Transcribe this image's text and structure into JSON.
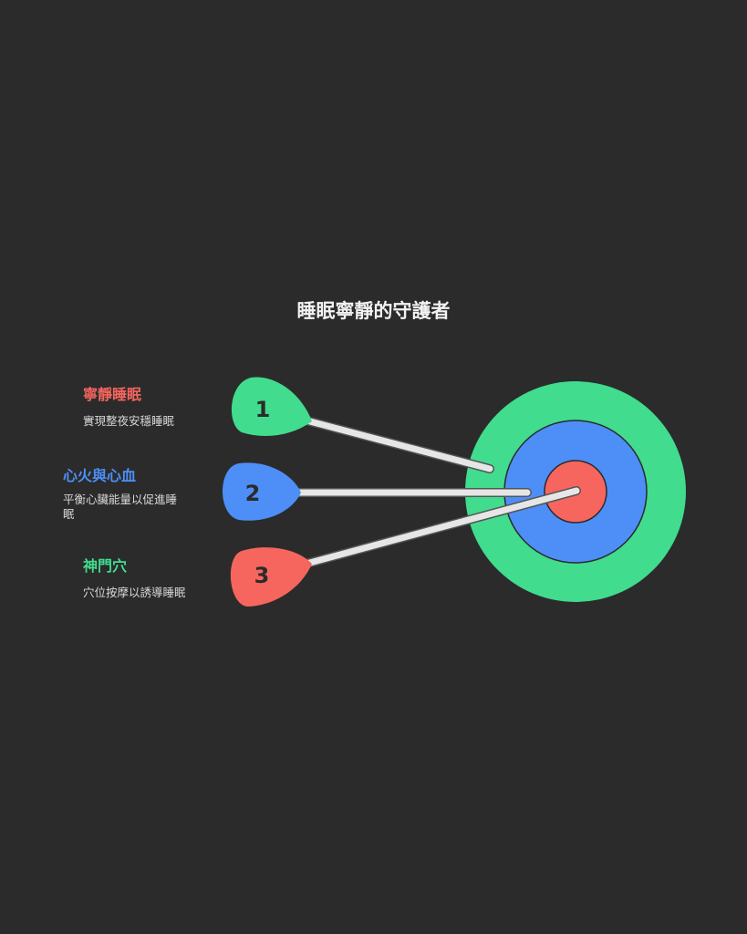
{
  "title": "睡眠寧靜的守護者",
  "colors": {
    "green": "#41dc8e",
    "blue": "#4d8ff7",
    "red": "#f7665e",
    "background": "#2b2b2b"
  },
  "items": [
    {
      "number": "1",
      "label": "寧靜睡眠",
      "description": "實現整夜安穩睡眠",
      "color": "#f7665e",
      "pin_color": "#41dc8e"
    },
    {
      "number": "2",
      "label": "心火與心血",
      "description": "平衡心臟能量以促進睡眠",
      "color": "#4d8ff7",
      "pin_color": "#4d8ff7"
    },
    {
      "number": "3",
      "label": "神門穴",
      "description": "穴位按摩以誘導睡眠",
      "color": "#41dc8e",
      "pin_color": "#f7665e"
    }
  ]
}
